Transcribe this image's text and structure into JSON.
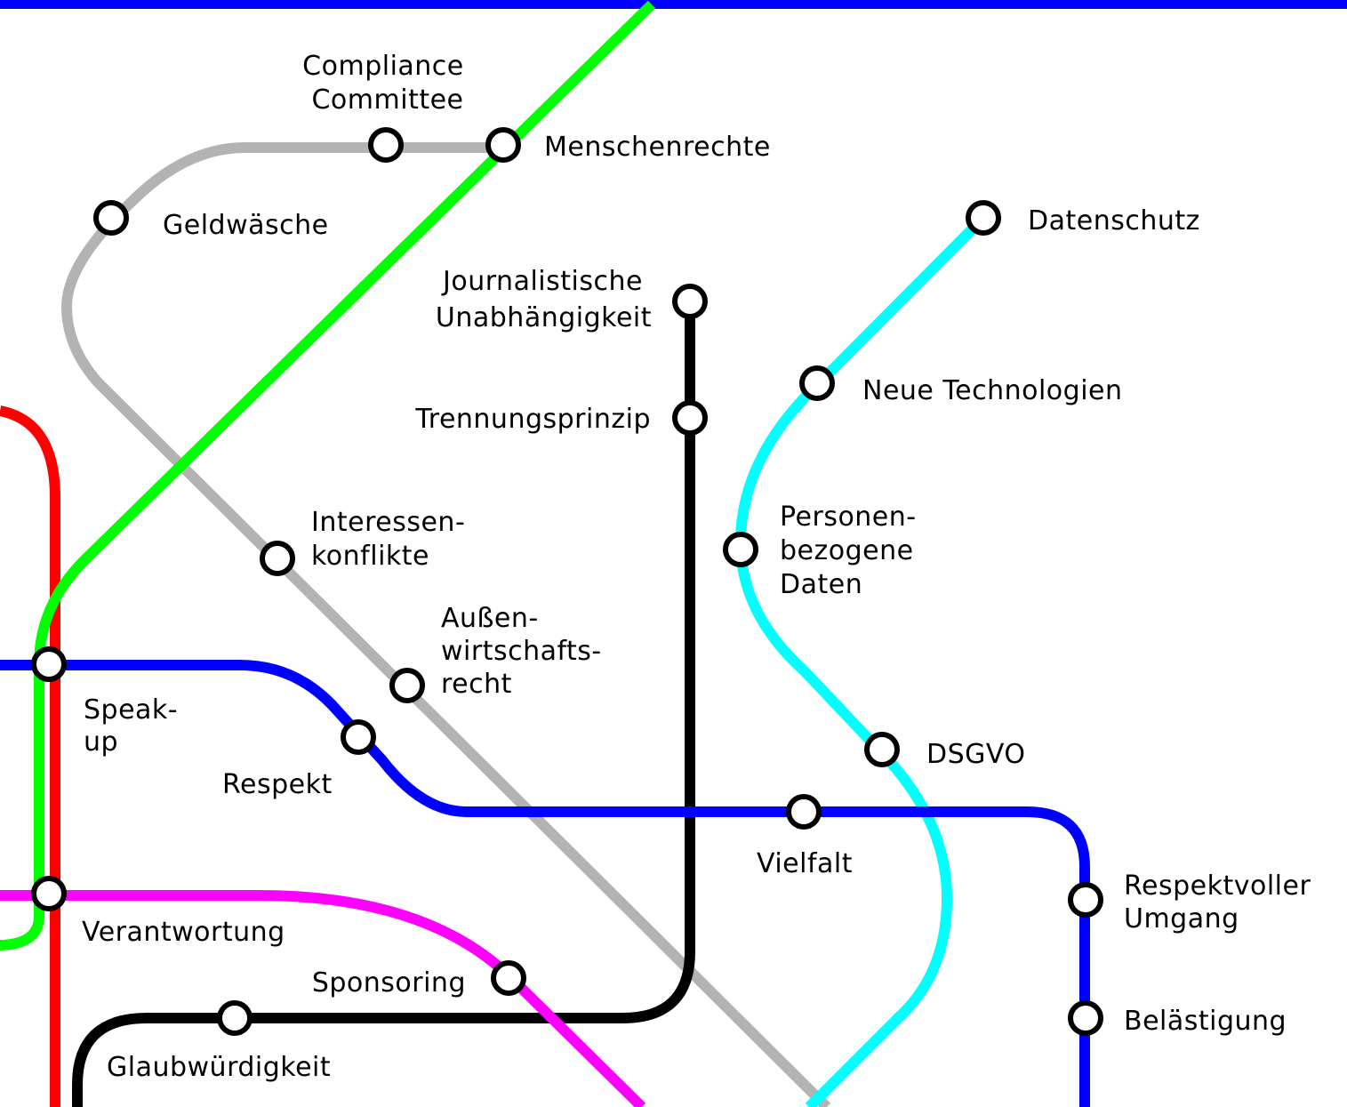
{
  "colors": {
    "top_bar": "#0000ff",
    "red_line": "#ff0000",
    "green_line": "#00ff00",
    "gray_line": "#b3b3b3",
    "black_line": "#000000",
    "cyan_line": "#00ffff",
    "blue_line": "#0000ff",
    "magenta_line": "#ff00ff"
  },
  "stations": {
    "compliance_committee": [
      "Compliance",
      "Committee"
    ],
    "menschenrechte": [
      "Menschenrechte"
    ],
    "geldwaesche": [
      "Geldwäsche"
    ],
    "datenschutz": [
      "Datenschutz"
    ],
    "journalistische_unabhaengigkeit": [
      "Journalistische",
      "Unabhängigkeit"
    ],
    "neue_technologien": [
      "Neue Technologien"
    ],
    "trennungsprinzip": [
      "Trennungsprinzip"
    ],
    "personenbezogene_daten": [
      "Personen-",
      "bezogene",
      "Daten"
    ],
    "interessenkonflikte": [
      "Interessen-",
      "konflikte"
    ],
    "aussenwirtschaftsrecht": [
      "Außen-",
      "wirtschafts-",
      "recht"
    ],
    "speak_up": [
      "Speak-",
      "up"
    ],
    "dsgvo": [
      "DSGVO"
    ],
    "respekt": [
      "Respekt"
    ],
    "vielfalt": [
      "Vielfalt"
    ],
    "respektvoller_umgang": [
      "Respektvoller",
      "Umgang"
    ],
    "verantwortung": [
      "Verantwortung"
    ],
    "sponsoring": [
      "Sponsoring"
    ],
    "belaestigung": [
      "Belästigung"
    ],
    "glaubwuerdigkeit": [
      "Glaubwürdigkeit"
    ]
  }
}
